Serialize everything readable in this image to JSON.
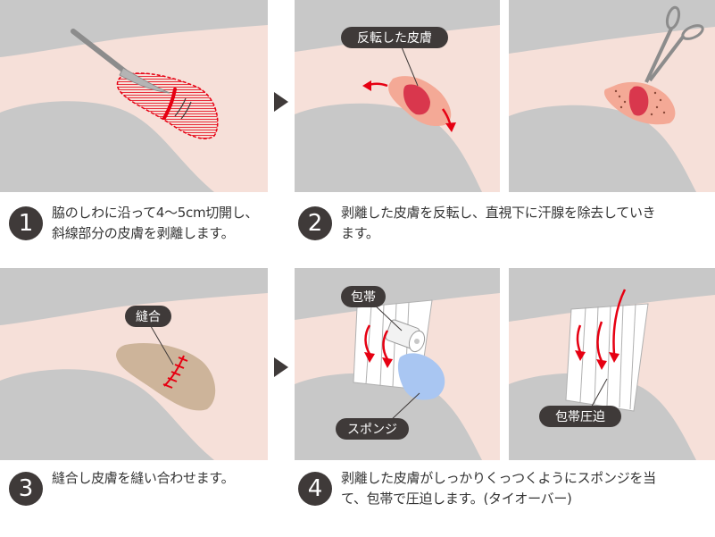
{
  "colors": {
    "skin": "#f6e0d9",
    "gray": "#c8c8c8",
    "dark": "#3f3a39",
    "red": "#e60012",
    "sponge": "#a9c6f2",
    "scar": "#cdb49a"
  },
  "steps": [
    {
      "number": "1",
      "text_line1": "脇のしわに沿って4〜5cm切開し、",
      "text_line2": "斜線部分の皮膚を剥離します。"
    },
    {
      "number": "2",
      "text_line1": "剥離した皮膚を反転し、直視下に汗腺を除去していき",
      "text_line2": "ます。"
    },
    {
      "number": "3",
      "text_line1": "縫合し皮膚を縫い合わせます。",
      "text_line2": ""
    },
    {
      "number": "4",
      "text_line1": "剥離した皮膚がしっかりくっつくようにスポンジを当",
      "text_line2": "て、包帯で圧迫します。(タイオーバー)"
    }
  ],
  "labels": {
    "flipped_skin": "反転した皮膚",
    "suture": "縫合",
    "bandage": "包帯",
    "sponge": "スポンジ",
    "bandage_compression": "包帯圧迫"
  },
  "icons": {
    "step_arrow": "right-triangle-arrow",
    "scalpel": "scalpel-icon",
    "scissors": "scissors-icon"
  }
}
